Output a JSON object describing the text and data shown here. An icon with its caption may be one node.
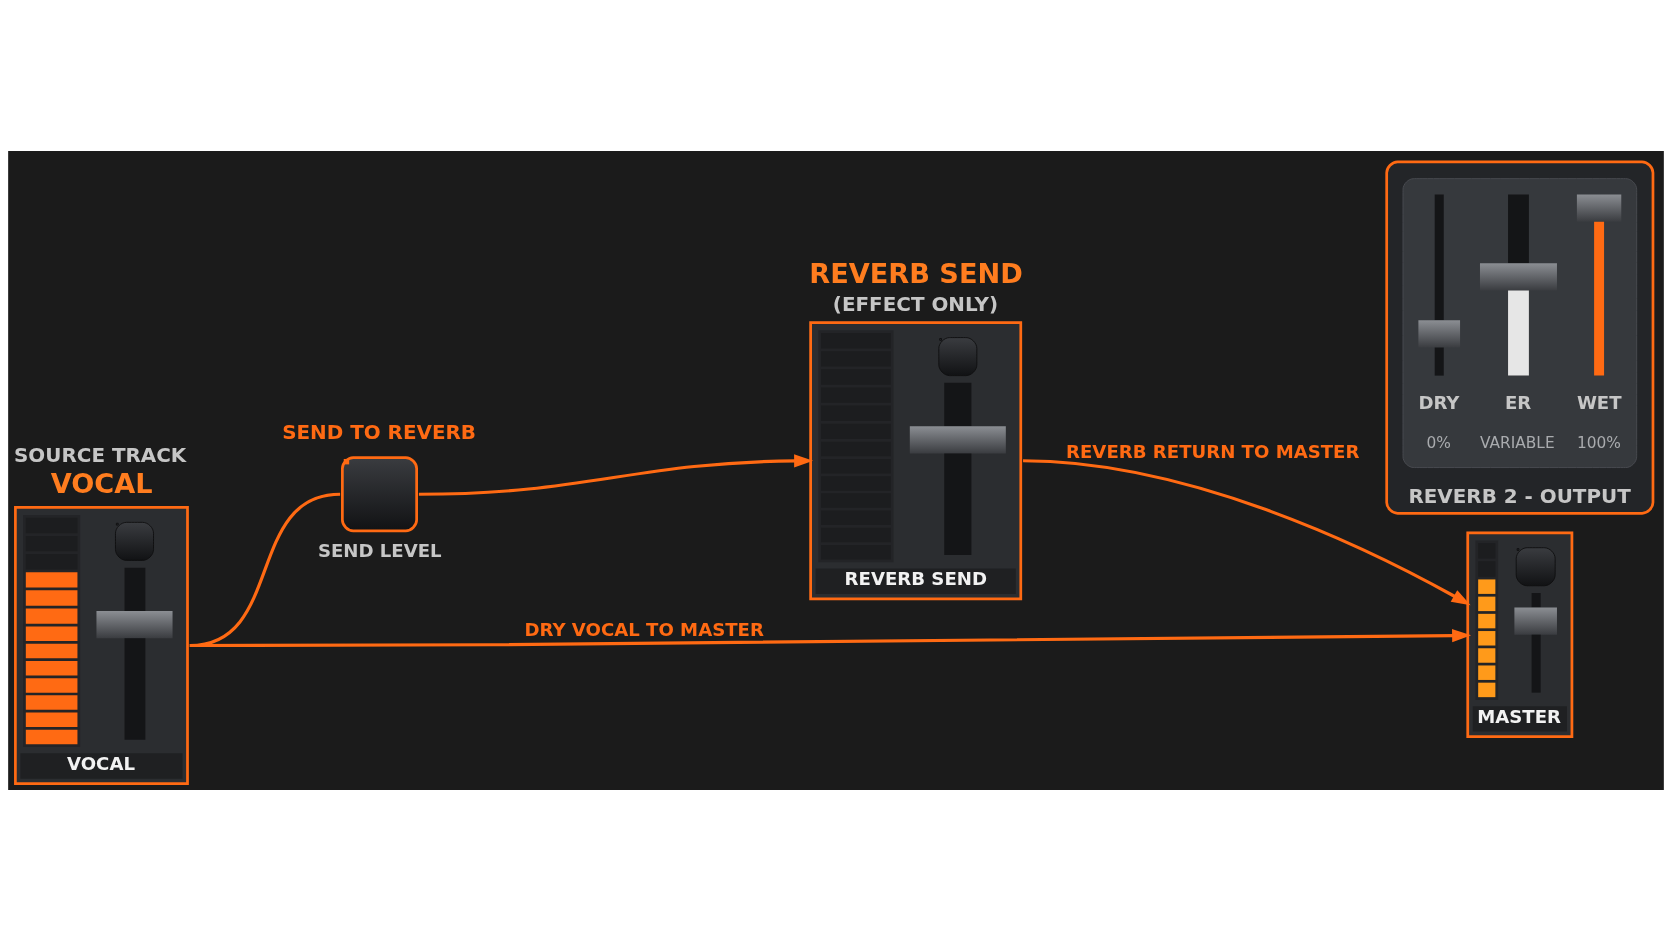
{
  "diagram": {
    "nodes": [
      {
        "text": [
          "SOURCE TRACK",
          "VOCAL",
          "VOCAL"
        ]
      },
      {
        "text": [
          "SEND TO REVERB",
          "SEND LEVEL"
        ]
      },
      {
        "text": [
          "REVERB SEND",
          "(EFFECT ONLY)",
          "REVERB SEND"
        ]
      },
      {
        "text": [
          "REVERB 2 - OUTPUT"
        ]
      },
      {
        "text": [
          "DRY",
          "0%",
          "ER",
          "VARIABLE",
          "WET",
          "100%"
        ],
        "in": 3
      },
      {
        "text": [
          "MASTER"
        ]
      }
    ],
    "edges": [
      {
        "from": 0,
        "to": 1,
        "arrow": "none"
      },
      {
        "from": 1,
        "to": 2,
        "arrow": "to"
      },
      {
        "from": 2,
        "to": 5,
        "arrow": "to",
        "label": "REVERB RETURN TO MASTER"
      },
      {
        "from": 0,
        "to": 5,
        "arrow": "to",
        "label": "DRY VOCAL TO MASTER"
      }
    ]
  }
}
